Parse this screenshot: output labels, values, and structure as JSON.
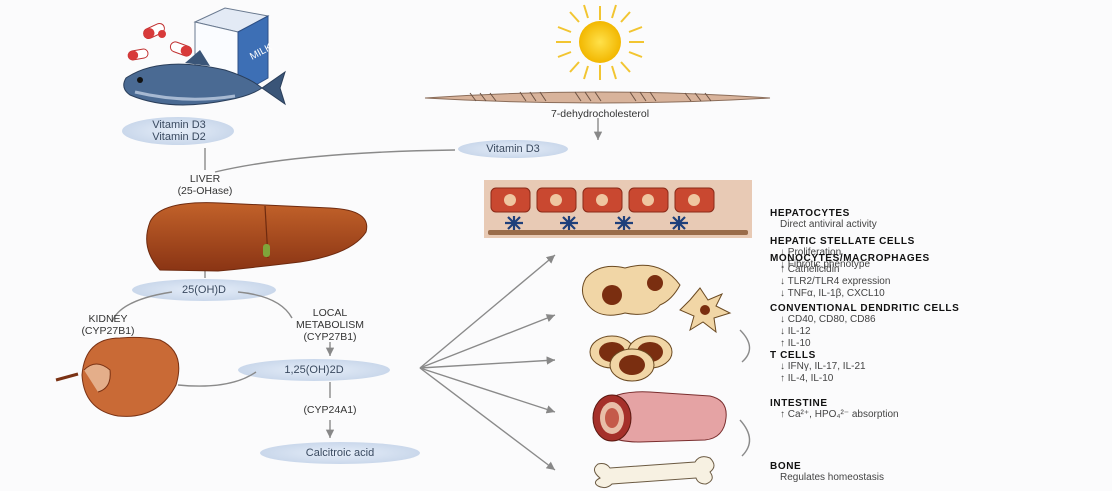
{
  "sources": {
    "milk_carton_text": "MILK",
    "dietary_vitamins": [
      "Vitamin D3",
      "Vitamin D2"
    ],
    "skin_precursor": "7-dehydrocholesterol",
    "skin_vitamin": "Vitamin D3"
  },
  "metabolism": {
    "liver_label": "LIVER",
    "liver_enzyme": "(25-OHase)",
    "metabolite_25": "25(OH)D",
    "kidney_label": "KIDNEY",
    "kidney_enzyme": "(CYP27B1)",
    "local_label_1": "LOCAL",
    "local_label_2": "METABOLISM",
    "local_enzyme": "(CYP27B1)",
    "active_form": "1,25(OH)2D",
    "catabolic_enzyme": "(CYP24A1)",
    "end_product": "Calcitroic acid"
  },
  "targets": [
    {
      "name": "HEPATOCYTES",
      "effects": [
        "Direct antiviral activity"
      ]
    },
    {
      "name": "HEPATIC STELLATE CELLS",
      "effects": [
        "↓ Proliferation",
        "↓ Fibrotic phenotype"
      ]
    },
    {
      "name": "MONOCYTES/MACROPHAGES",
      "effects": [
        "↑ Cathelicidin",
        "↓ TLR2/TLR4 expression",
        "↓ TNFα, IL-1β, CXCL10"
      ]
    },
    {
      "name": "CONVENTIONAL DENDRITIC CELLS",
      "effects": [
        "↓ CD40, CD80, CD86",
        "↓ IL-12",
        "↑ IL-10"
      ]
    },
    {
      "name": "T CELLS",
      "effects": [
        "↓ IFNγ, IL-17, IL-21",
        "↑ IL-4, IL-10"
      ]
    },
    {
      "name": "INTESTINE",
      "effects": [
        "↑ Ca²⁺, HPO₄²⁻ absorption"
      ]
    },
    {
      "name": "BONE",
      "effects": [
        "Regulates homeostasis"
      ]
    }
  ]
}
